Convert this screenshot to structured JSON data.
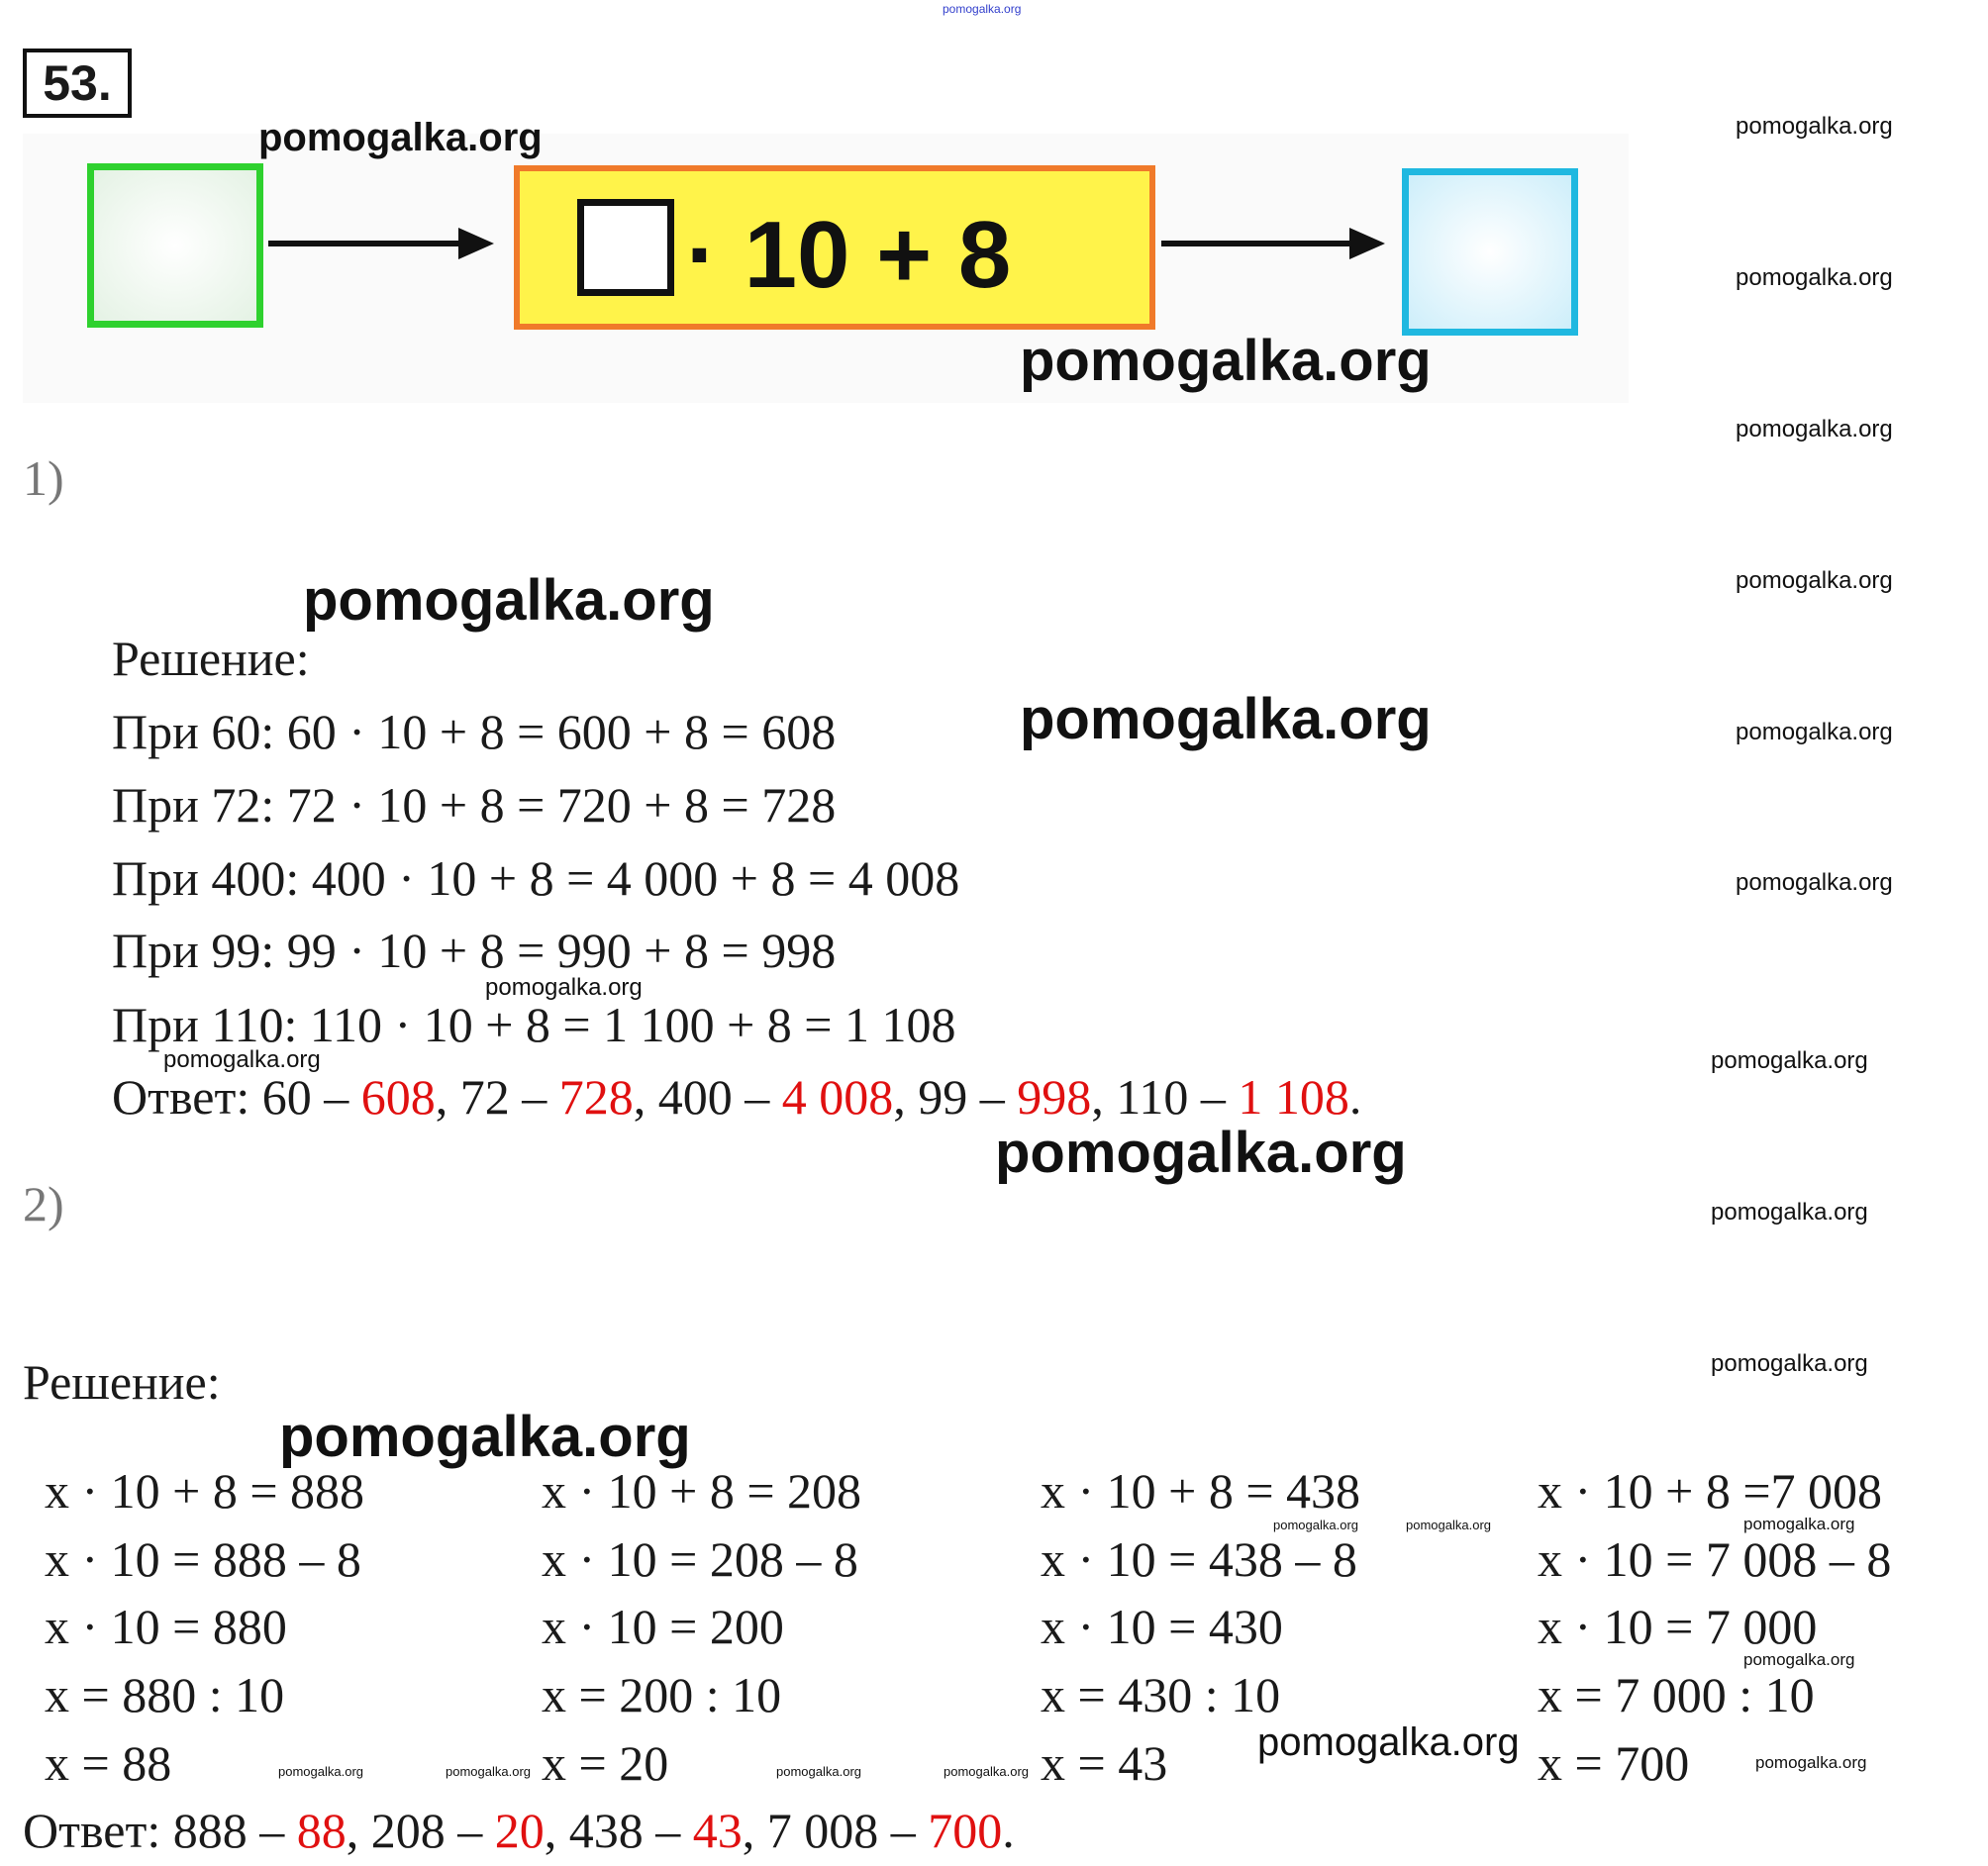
{
  "header_watermark": "pomogalka.org",
  "task_number": "53.",
  "diagram": {
    "formula_mid": "· 10 + 8",
    "colors": {
      "input": "#2ed12e",
      "machine_border": "#f07a2a",
      "machine_fill": "#fff34a",
      "output": "#1fb8e0"
    }
  },
  "watermark": "pomogalka.org",
  "part1": {
    "label": "1)",
    "solution_title": "Решение:",
    "lines": [
      "При 60: 60 · 10 + 8 = 600 + 8 = 608",
      "При 72: 72 · 10 + 8 = 720 + 8 = 728",
      "При 400: 400 · 10 + 8 = 4 000 + 8 = 4 008",
      "При 99: 99 · 10 + 8 = 990 + 8 = 998",
      "При 110: 110 · 10 + 8 = 1 100 + 8 = 1 108"
    ],
    "answer": {
      "prefix": "Ответ: ",
      "parts": [
        {
          "k": "60 – ",
          "v": "608",
          "sep": ", "
        },
        {
          "k": "72 – ",
          "v": "728",
          "sep": ", "
        },
        {
          "k": "400 – ",
          "v": "4 008",
          "sep": ", "
        },
        {
          "k": "99 – ",
          "v": "998",
          "sep": ", "
        },
        {
          "k": "110 – ",
          "v": "1 108",
          "sep": "."
        }
      ]
    }
  },
  "part2": {
    "label": "2)",
    "solution_title": "Решение:",
    "columns": [
      [
        "x · 10 + 8 = 888",
        "x · 10 = 888 – 8",
        "x · 10 = 880",
        "x = 880 : 10",
        "x = 88"
      ],
      [
        "x · 10 + 8 = 208",
        "x · 10 = 208 – 8",
        "x · 10 = 200",
        "x = 200 : 10",
        "x = 20"
      ],
      [
        "x · 10 + 8 = 438",
        "x · 10 = 438 – 8",
        "x · 10 = 430",
        "x = 430 : 10",
        "x = 43"
      ],
      [
        "x · 10 + 8 =7 008",
        "x · 10 = 7 008 – 8",
        "x · 10 = 7 000",
        "x = 7 000 : 10",
        "x = 700"
      ]
    ],
    "answer": {
      "prefix": "Ответ: ",
      "parts": [
        {
          "k": "888 – ",
          "v": "88",
          "sep": ", "
        },
        {
          "k": "208 – ",
          "v": "20",
          "sep": ", "
        },
        {
          "k": "438 – ",
          "v": "43",
          "sep": ", "
        },
        {
          "k": "7 008 – ",
          "v": "700",
          "sep": "."
        }
      ]
    }
  }
}
